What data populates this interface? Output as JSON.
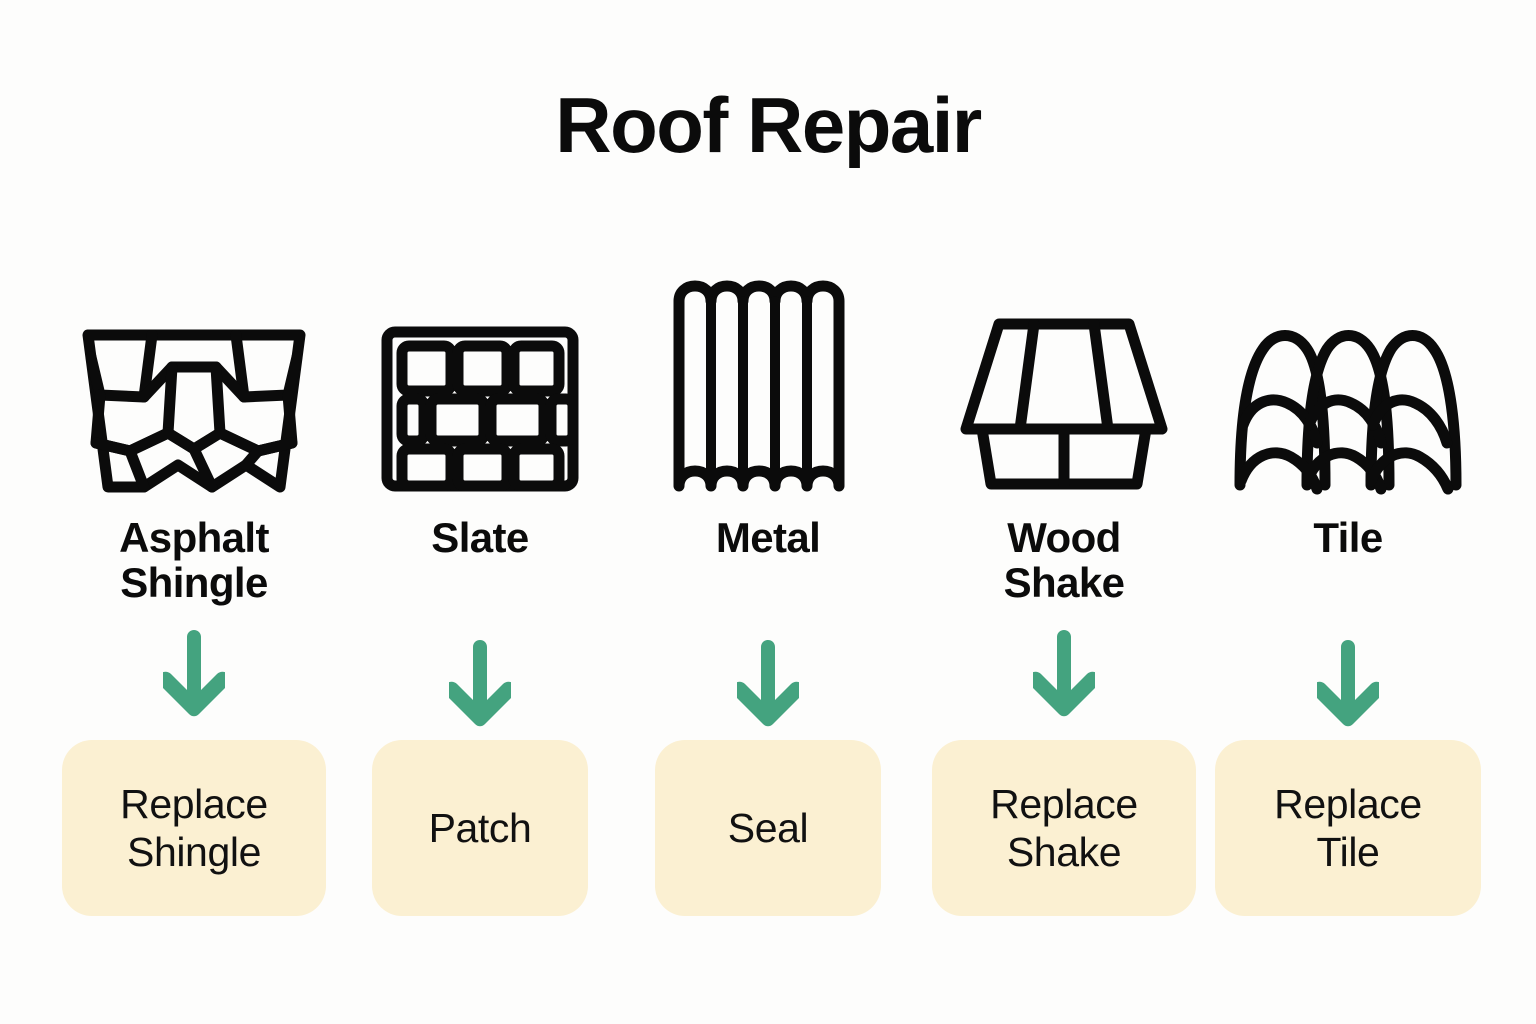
{
  "header": {
    "title": "Roof Repair"
  },
  "theme": {
    "background": "#FDFDFC",
    "ink": "#0B0B0B",
    "arrow_green": "#44A37F",
    "pill_cream": "#FBF0D2",
    "pill_text": "#111111"
  },
  "columns": [
    {
      "icon": "asphalt-shingle-icon",
      "material_label": "Asphalt\nShingle",
      "arrow": "down-arrow-icon",
      "action_label": "Replace\nShingle"
    },
    {
      "icon": "slate-tile-icon",
      "material_label": "Slate",
      "arrow": "down-arrow-icon",
      "action_label": "Patch"
    },
    {
      "icon": "metal-panel-icon",
      "material_label": "Metal",
      "arrow": "down-arrow-icon",
      "action_label": "Seal"
    },
    {
      "icon": "wood-shake-icon",
      "material_label": "Wood\nShake",
      "arrow": "down-arrow-icon",
      "action_label": "Replace\nShake"
    },
    {
      "icon": "barrel-tile-icon",
      "material_label": "Tile",
      "arrow": "down-arrow-icon",
      "action_label": "Replace\nTile"
    }
  ]
}
